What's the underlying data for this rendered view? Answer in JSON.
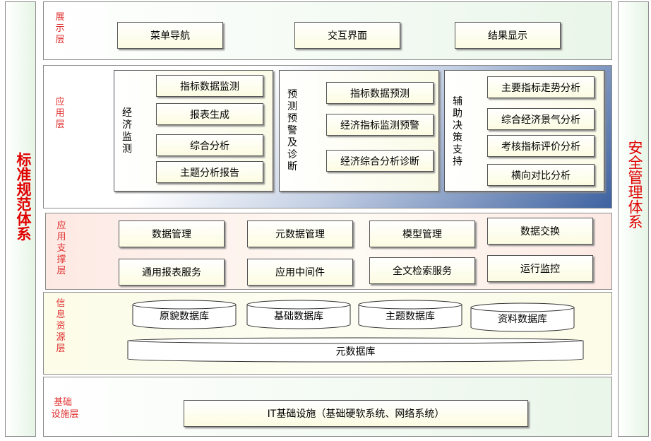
{
  "side_left": "标准规范体系",
  "side_right": "安全管理体系",
  "layers": {
    "display": {
      "label": "展示层",
      "items": [
        "菜单导航",
        "交互界面",
        "结果显示"
      ]
    },
    "application": {
      "label": "应用层",
      "groups": [
        {
          "title": "经济监测",
          "items": [
            "指标数据监测",
            "报表生成",
            "综合分析",
            "主题分析报告"
          ]
        },
        {
          "title": "预测预警及诊断",
          "items": [
            "指标数据预测",
            "经济指标监测预警",
            "经济综合分析诊断"
          ]
        },
        {
          "title": "辅助决策支持",
          "items": [
            "主要指标走势分析",
            "综合经济景气分析",
            "考核指标评价分析",
            "横向对比分析"
          ]
        }
      ]
    },
    "support": {
      "label": "应用支撑层",
      "items": [
        "数据管理",
        "元数据管理",
        "模型管理",
        "数据交换",
        "通用报表服务",
        "应用中间件",
        "全文检索服务",
        "运行监控"
      ]
    },
    "info": {
      "label": "信息资源层",
      "databases": [
        "原貌数据库",
        "基础数据库",
        "主题数据库",
        "资料数据库"
      ],
      "meta_db": "元数据库"
    },
    "infra": {
      "label_line1": "基础",
      "label_line2": "设施层",
      "item": "IT基础设施（基础硬软系统、网络系统）"
    }
  }
}
